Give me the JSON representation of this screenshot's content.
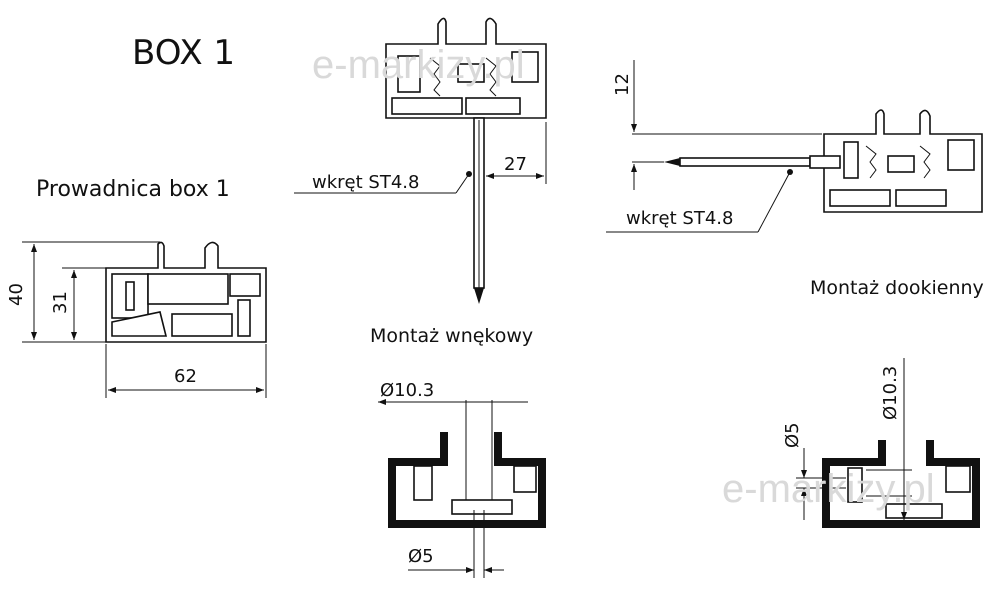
{
  "title": "BOX 1",
  "watermark": "e-markizy.pl",
  "guide_rail": {
    "label": "Prowadnica box 1",
    "dim_height_total": "40",
    "dim_height_inner": "31",
    "dim_width": "62"
  },
  "recess_mount": {
    "label": "Montaż wnękowy",
    "screw_label": "wkręt ST4.8",
    "dim_offset": "27",
    "hole_large": "Ø10.3",
    "hole_small": "Ø5"
  },
  "frame_mount": {
    "label": "Montaż dookienny",
    "screw_label": "wkręt ST4.8",
    "dim_offset": "12",
    "hole_large": "Ø10.3",
    "hole_small": "Ø5"
  }
}
